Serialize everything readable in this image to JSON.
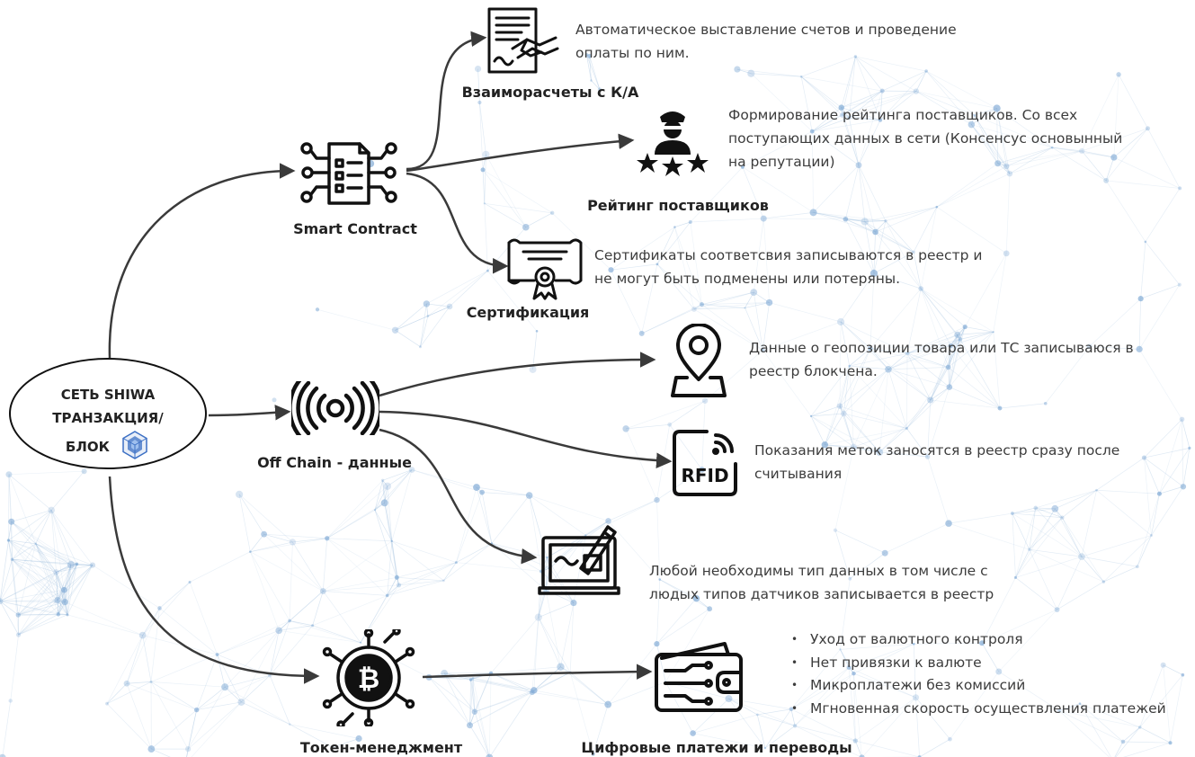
{
  "root": {
    "lines": [
      "СЕТЬ SHIWA",
      "ТРАНЗАКЦИЯ/",
      "БЛОК"
    ]
  },
  "branches": {
    "smart_contract": {
      "label": "Smart Contract"
    },
    "off_chain": {
      "label": "Off Chain - данные"
    },
    "token": {
      "label": "Токен-менеджмент"
    }
  },
  "leaves": {
    "settlements": {
      "label": "Взаиморасчеты с К/А",
      "desc": [
        "Автоматическое выставление счетов и проведение",
        "оплаты по ним."
      ]
    },
    "rating": {
      "label": "Рейтинг поставщиков",
      "desc": [
        "Формирование рейтинга поставщиков. Со всех",
        "поступающих данных в сети (Консенсус основынный",
        "на репутации)"
      ]
    },
    "certification": {
      "label": "Сертификация",
      "desc": [
        "Сертификаты соответсвия записываются в реестр и",
        "не могут быть подменены или потеряны."
      ]
    },
    "geo": {
      "desc": [
        "Данные о геопозиции товара или ТС записываюся в",
        "реестр блокчена."
      ]
    },
    "rfid": {
      "icon_text": "RFID",
      "desc": [
        "Показания меток заносятся в реестр сразу после",
        "считывания"
      ]
    },
    "sensors": {
      "desc": [
        "Любой необходимы тип данных в том числе с",
        "людых типов датчиков записывается в реестр"
      ]
    },
    "payments": {
      "label": "Цифровые платежи и переводы",
      "bullets": [
        "Уход от валютного контроля",
        "Нет привязки к валюте",
        "Микроплатежи без комиссий",
        "Мгновенная скорость осуществления платежей"
      ]
    }
  },
  "colors": {
    "edge": "#3a3a3a",
    "network": "#8fb4d8",
    "network_node": "#7ea8d4",
    "icon": "#111111",
    "shiwa_logo": "#3b6fc4"
  }
}
